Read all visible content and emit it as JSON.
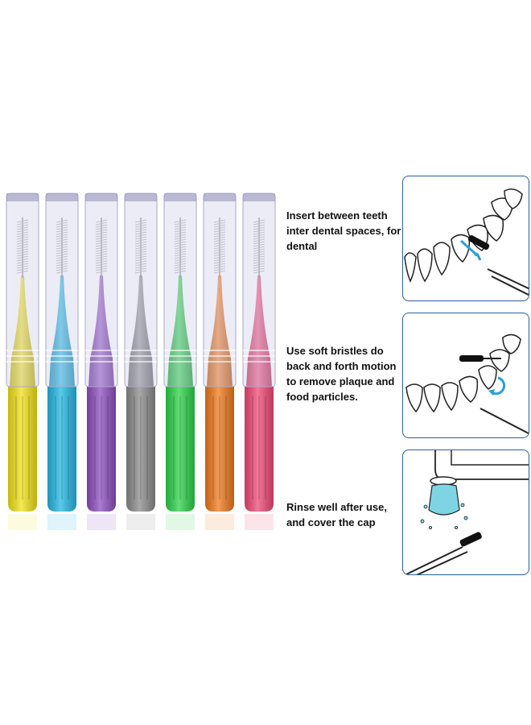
{
  "steps": [
    {
      "text": "Insert between teeth inter dental spaces, for dental",
      "icon": "insert-brush-between-teeth-illustration"
    },
    {
      "text": "Use soft bristles do back and forth motion to remove plaque and food particles.",
      "icon": "brushing-motion-illustration"
    },
    {
      "text": "Rinse well after use, and cover the cap",
      "icon": "rinse-under-tap-illustration"
    }
  ],
  "brush_colors": [
    "#f2e21a",
    "#25b8e3",
    "#8e4fc0",
    "#8c8c8c",
    "#2ed24a",
    "#f07a1e",
    "#f04a78"
  ],
  "accent": "#2a5f9e",
  "arrow_color": "#2a9fd6"
}
